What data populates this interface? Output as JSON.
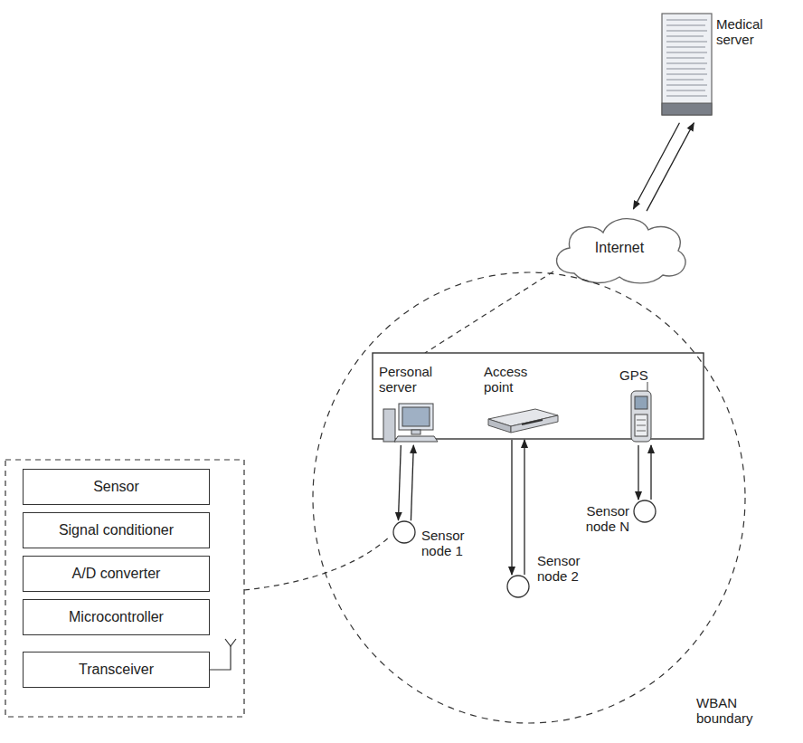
{
  "diagram": {
    "nodes": [
      {
        "text": [
          "Medical server"
        ]
      },
      {
        "text": [
          "Internet"
        ]
      },
      {
        "text": [
          "WBAN boundary"
        ]
      },
      {
        "text": [
          "Personal server"
        ],
        "in": 2
      },
      {
        "text": [
          "Access point"
        ],
        "in": 2
      },
      {
        "text": [
          "GPS"
        ],
        "in": 2
      },
      {
        "text": [
          "Sensor node 1"
        ],
        "in": 2
      },
      {
        "text": [
          "Sensor node 2"
        ],
        "in": 2
      },
      {
        "text": [
          "Sensor node N"
        ],
        "in": 2
      },
      {
        "text": [
          "Sensor"
        ]
      },
      {
        "text": [
          "Signal conditioner"
        ]
      },
      {
        "text": [
          "A/D converter"
        ]
      },
      {
        "text": [
          "Microcontroller"
        ]
      },
      {
        "text": [
          "Transceiver"
        ]
      }
    ],
    "edges": [
      {
        "from": 1,
        "to": 0,
        "arrow": "to"
      },
      {
        "from": 0,
        "to": 1,
        "arrow": "to"
      },
      {
        "from": 6,
        "to": 3,
        "arrow": "to"
      },
      {
        "from": 3,
        "to": 6,
        "arrow": "to"
      },
      {
        "from": 7,
        "to": 4,
        "arrow": "to"
      },
      {
        "from": 4,
        "to": 7,
        "arrow": "to"
      },
      {
        "from": 8,
        "to": 5,
        "arrow": "to"
      },
      {
        "from": 5,
        "to": 8,
        "arrow": "to"
      }
    ]
  }
}
